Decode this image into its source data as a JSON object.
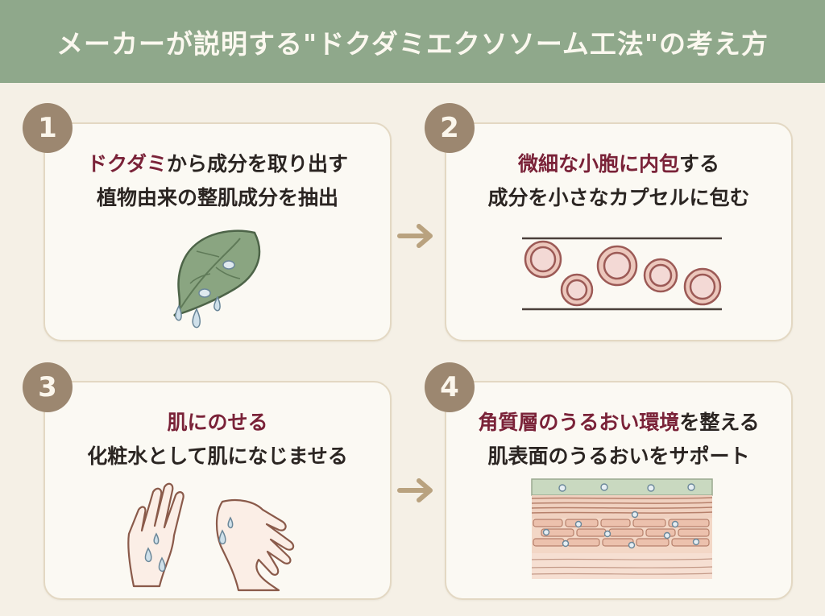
{
  "header": {
    "title": "メーカーが説明する\"ドクダミエクソソーム工法\"の考え方"
  },
  "colors": {
    "header_bg": "#8fa88b",
    "accent_text": "#7a2238",
    "number_badge": "#9c8770",
    "card_border": "#e3d8c3"
  },
  "steps": [
    {
      "number": "1",
      "title_highlight": "ドクダミ",
      "title_rest": "から成分を取り出す",
      "subtitle": "植物由来の整肌成分を抽出",
      "illustration": "leaf-with-droplets"
    },
    {
      "number": "2",
      "title_highlight": "微細な小胞に内包",
      "title_rest": "する",
      "subtitle": "成分を小さなカプセルに包む",
      "illustration": "capsules"
    },
    {
      "number": "3",
      "title_highlight": "肌にのせる",
      "title_rest": "",
      "subtitle": "化粧水として肌になじませる",
      "illustration": "hands-with-droplets"
    },
    {
      "number": "4",
      "title_highlight": "角質層のうるおい環境",
      "title_rest": "を整える",
      "subtitle": "肌表面のうるおいをサポート",
      "illustration": "skin-layers"
    }
  ]
}
